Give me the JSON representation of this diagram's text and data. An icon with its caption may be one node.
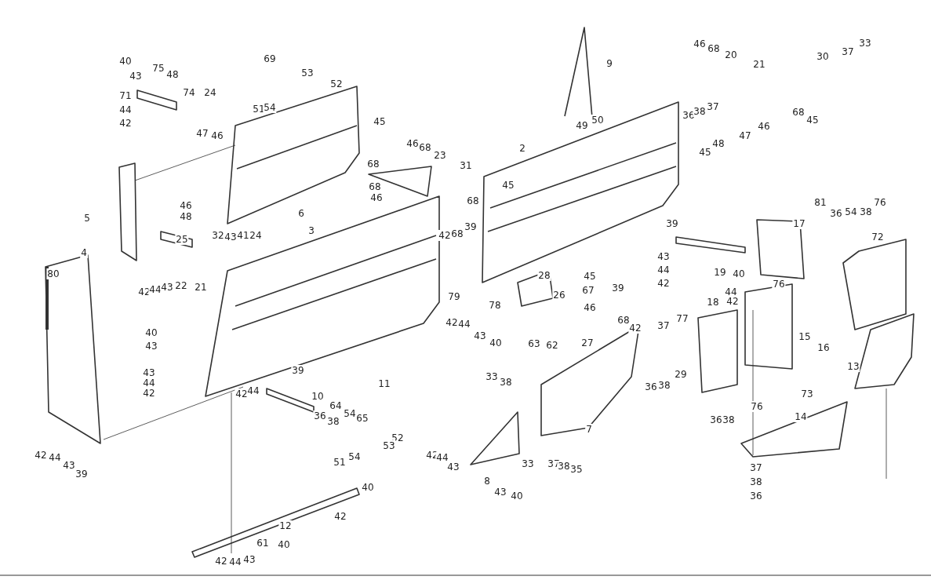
{
  "diagram": {
    "labels": [
      "40",
      "43",
      "75",
      "48",
      "71",
      "44",
      "42",
      "74",
      "24",
      "47",
      "46",
      "69",
      "53",
      "52",
      "51",
      "54",
      "9",
      "46",
      "68",
      "20",
      "21",
      "30",
      "37",
      "33",
      "49",
      "50",
      "36",
      "38",
      "37",
      "68",
      "45",
      "47",
      "46",
      "45",
      "48",
      "45",
      "46",
      "68",
      "23",
      "68",
      "31",
      "45",
      "68",
      "68",
      "46",
      "2",
      "6",
      "5",
      "46",
      "48",
      "25",
      "32",
      "43",
      "41",
      "24",
      "3",
      "42",
      "68",
      "39",
      "39",
      "81",
      "36",
      "54",
      "38",
      "76",
      "17",
      "72",
      "4",
      "80",
      "22",
      "21",
      "42",
      "44",
      "43",
      "43",
      "44",
      "42",
      "19",
      "40",
      "76",
      "79",
      "78",
      "28",
      "45",
      "67",
      "39",
      "26",
      "46",
      "18",
      "44",
      "42",
      "15",
      "16",
      "13",
      "77",
      "37",
      "42",
      "44",
      "43",
      "40",
      "63",
      "62",
      "27",
      "68",
      "42",
      "40",
      "43",
      "43",
      "44",
      "42",
      "39",
      "11",
      "42",
      "44",
      "10",
      "33",
      "38",
      "36",
      "38",
      "29",
      "7",
      "36",
      "38",
      "64",
      "54",
      "65",
      "52",
      "53",
      "73",
      "14",
      "76",
      "36",
      "38",
      "42",
      "44",
      "43",
      "39",
      "51",
      "54",
      "42",
      "44",
      "43",
      "33",
      "37",
      "38",
      "35",
      "8",
      "43",
      "40",
      "37",
      "38",
      "36",
      "40",
      "42",
      "12",
      "61",
      "40",
      "42",
      "44",
      "43"
    ]
  }
}
